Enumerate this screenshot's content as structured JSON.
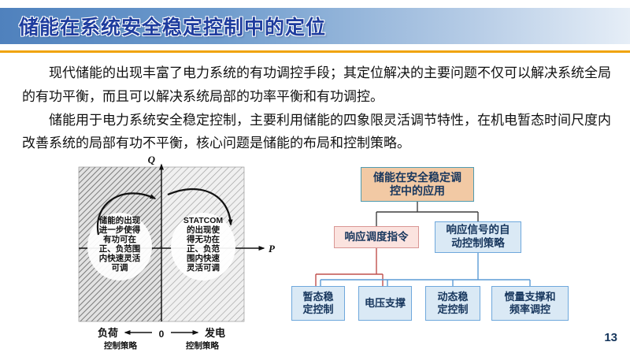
{
  "slide": {
    "title": "储能在系统安全稳定控制中的定位",
    "page_number": "13",
    "paragraph1": "现代储能的出现丰富了电力系统的有功调控手段；其定位解决的主要问题不仅可以解决系统全局的有功平衡，而且可以解决系统局部的功率平衡和有功调控。",
    "paragraph2": "储能用于电力系统安全稳定控制，主要利用储能的四象限灵活调节特性，在机电暂态时间尺度内改善系统的局部有功不平衡，核心问题是储能的布局和控制策略。"
  },
  "quadrant": {
    "q_axis": "Q",
    "p_axis": "P",
    "left_note": [
      "储能的出现",
      "进一步使得",
      "有功可在",
      "正、负范围",
      "内快速灵活",
      "可调"
    ],
    "right_note": [
      "STATCOM",
      "的出现使",
      "得无功在",
      "正、负范",
      "围内快速",
      "灵活可调"
    ],
    "load": "负荷",
    "zero": "0",
    "generation": "发电",
    "strategy_left": "控制策略",
    "strategy_right": "控制策略"
  },
  "flowchart": {
    "root": [
      "储能在安全稳定调",
      "控中的应用"
    ],
    "mid_left": "响应调度指令",
    "mid_right": [
      "响应信号的自",
      "动控制策略"
    ],
    "leaf1": [
      "暂态稳",
      "定控制"
    ],
    "leaf2": [
      "电压支撑"
    ],
    "leaf3": [
      "动态稳",
      "定控制"
    ],
    "leaf4": [
      "惯量支撑和",
      "频率调控"
    ]
  },
  "colors": {
    "header_gradient_start": "#4f81bd",
    "header_gradient_end": "#e6eef7",
    "title_text": "#1e3c9e",
    "accent_rule": "#f0a30a",
    "root_box_fill": "#f2c9a4",
    "root_box_border": "#4f9bb0",
    "dispatch_box_fill": "#fbe3df",
    "dispatch_box_border": "#d99694",
    "auto_box_fill": "#dae9f5",
    "auto_box_border": "#6fa8dc",
    "connector_red": "#c0504d",
    "connector_blue": "#5b9bd5",
    "box_text": "#17365d"
  }
}
